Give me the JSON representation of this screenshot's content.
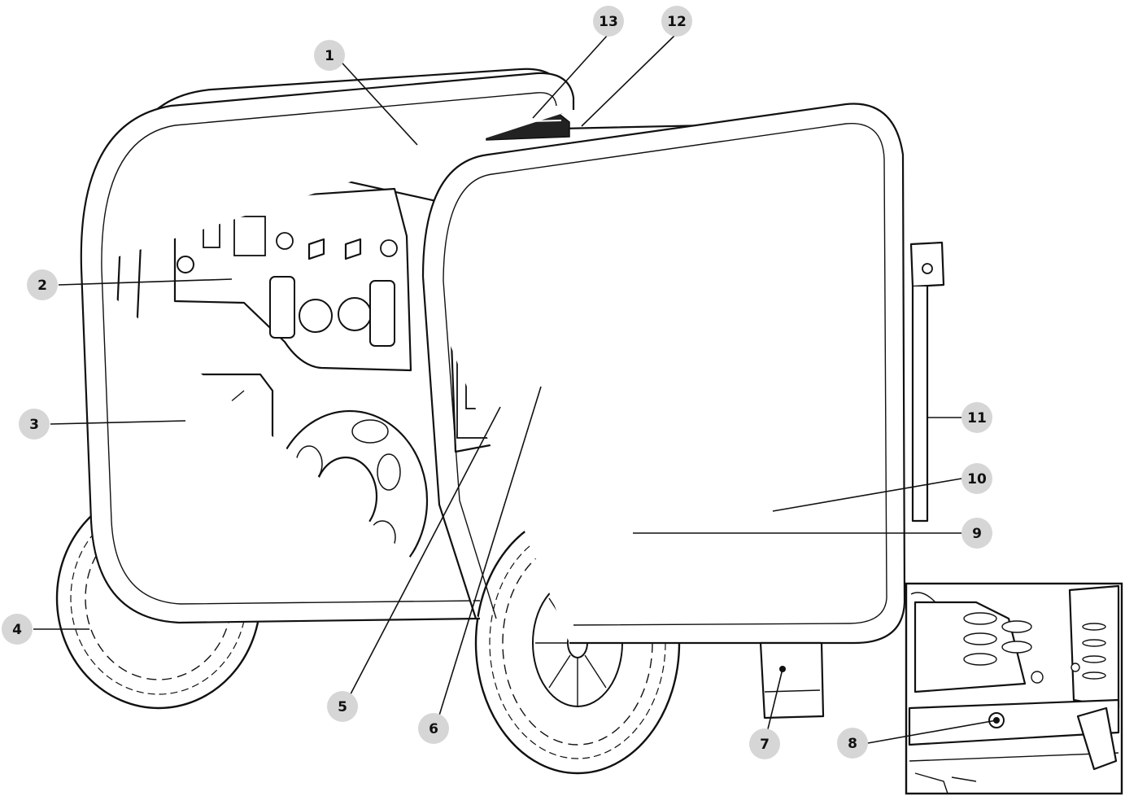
{
  "callouts": [
    {
      "id": "1",
      "label": "1"
    },
    {
      "id": "2",
      "label": "2"
    },
    {
      "id": "3",
      "label": "3"
    },
    {
      "id": "4",
      "label": "4"
    },
    {
      "id": "5",
      "label": "5"
    },
    {
      "id": "6",
      "label": "6"
    },
    {
      "id": "7",
      "label": "7"
    },
    {
      "id": "8",
      "label": "8"
    },
    {
      "id": "9",
      "label": "9"
    },
    {
      "id": "10",
      "label": "10"
    },
    {
      "id": "11",
      "label": "11"
    },
    {
      "id": "12",
      "label": "12"
    },
    {
      "id": "13",
      "label": "13"
    }
  ],
  "colors": {
    "callout_circle": "#d6d6d6",
    "line": "#111111",
    "background": "#ffffff"
  }
}
